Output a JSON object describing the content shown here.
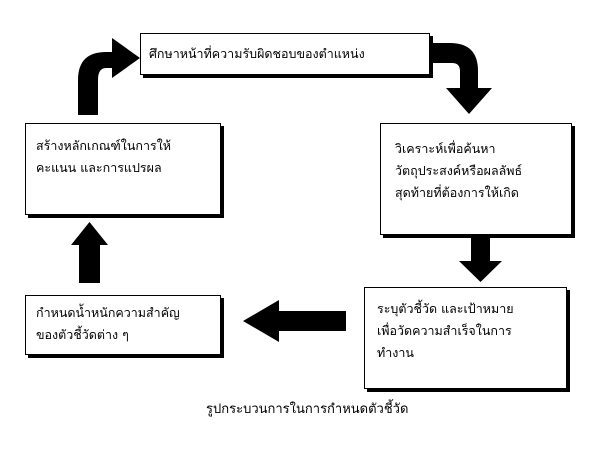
{
  "diagram": {
    "steps": [
      {
        "lines": [
          "ศึกษาหน้าที่ความรับผิดชอบของตำแหน่ง"
        ]
      },
      {
        "lines": [
          "วิเคราะห์เพื่อค้นหา",
          "วัตถุประสงค์หรือผลลัพธ์",
          "สุดท้ายที่ต้องการให้เกิด"
        ]
      },
      {
        "lines": [
          "ระบุตัวชี้วัด และเป้าหมาย",
          "เพื่อวัดความสำเร็จในการ",
          "ทำงาน"
        ]
      },
      {
        "lines": [
          "กำหนดน้ำหนักความสำคัญ",
          "ของตัวชี้วัดต่าง ๆ"
        ]
      },
      {
        "lines": [
          "สร้างหลักเกณฑ์ในการให้",
          "คะแนน และการแปรผล"
        ]
      }
    ],
    "caption": "รูปกระบวนการในการกำหนดตัวชี้วัด"
  },
  "colors": {
    "arrow": "#000000",
    "box_border": "#000000"
  }
}
